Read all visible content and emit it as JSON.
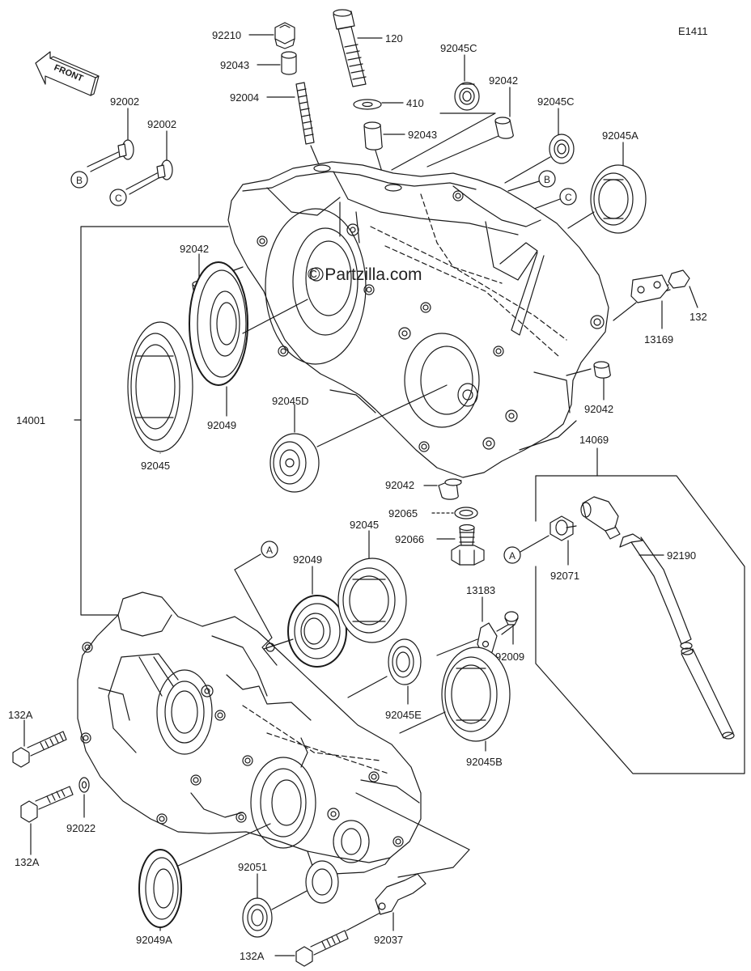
{
  "diagram_code": "E1411",
  "watermark": "© Partzilla.com",
  "front_arrow": {
    "label": "FRONT"
  },
  "ref_markers": [
    "A",
    "B",
    "C"
  ],
  "labels": {
    "p92210": "92210",
    "p92043_top": "92043",
    "p92004": "92004",
    "p120": "120",
    "p92045C_1": "92045C",
    "p92042_top": "92042",
    "p410": "410",
    "p92043_mid": "92043",
    "p92045C_2": "92045C",
    "p92045A": "92045A",
    "p92002_a": "92002",
    "p92002_b": "92002",
    "p92042_left": "92042",
    "p132": "132",
    "p13169": "13169",
    "p14001": "14001",
    "p92049_upper": "92049",
    "p92045_upper": "92045",
    "p92045D": "92045D",
    "p92042_right": "92042",
    "p14069": "14069",
    "p92042_low": "92042",
    "p92065": "92065",
    "p92066": "92066",
    "p92045_low": "92045",
    "p92049_low": "92049",
    "p92071": "92071",
    "p92190": "92190",
    "p13183": "13183",
    "p92009": "92009",
    "p92045E": "92045E",
    "p92045B": "92045B",
    "p132A_1": "132A",
    "p92022": "92022",
    "p132A_2": "132A",
    "p92051": "92051",
    "p92049A": "92049A",
    "p132A_3": "132A",
    "p92037": "92037"
  }
}
